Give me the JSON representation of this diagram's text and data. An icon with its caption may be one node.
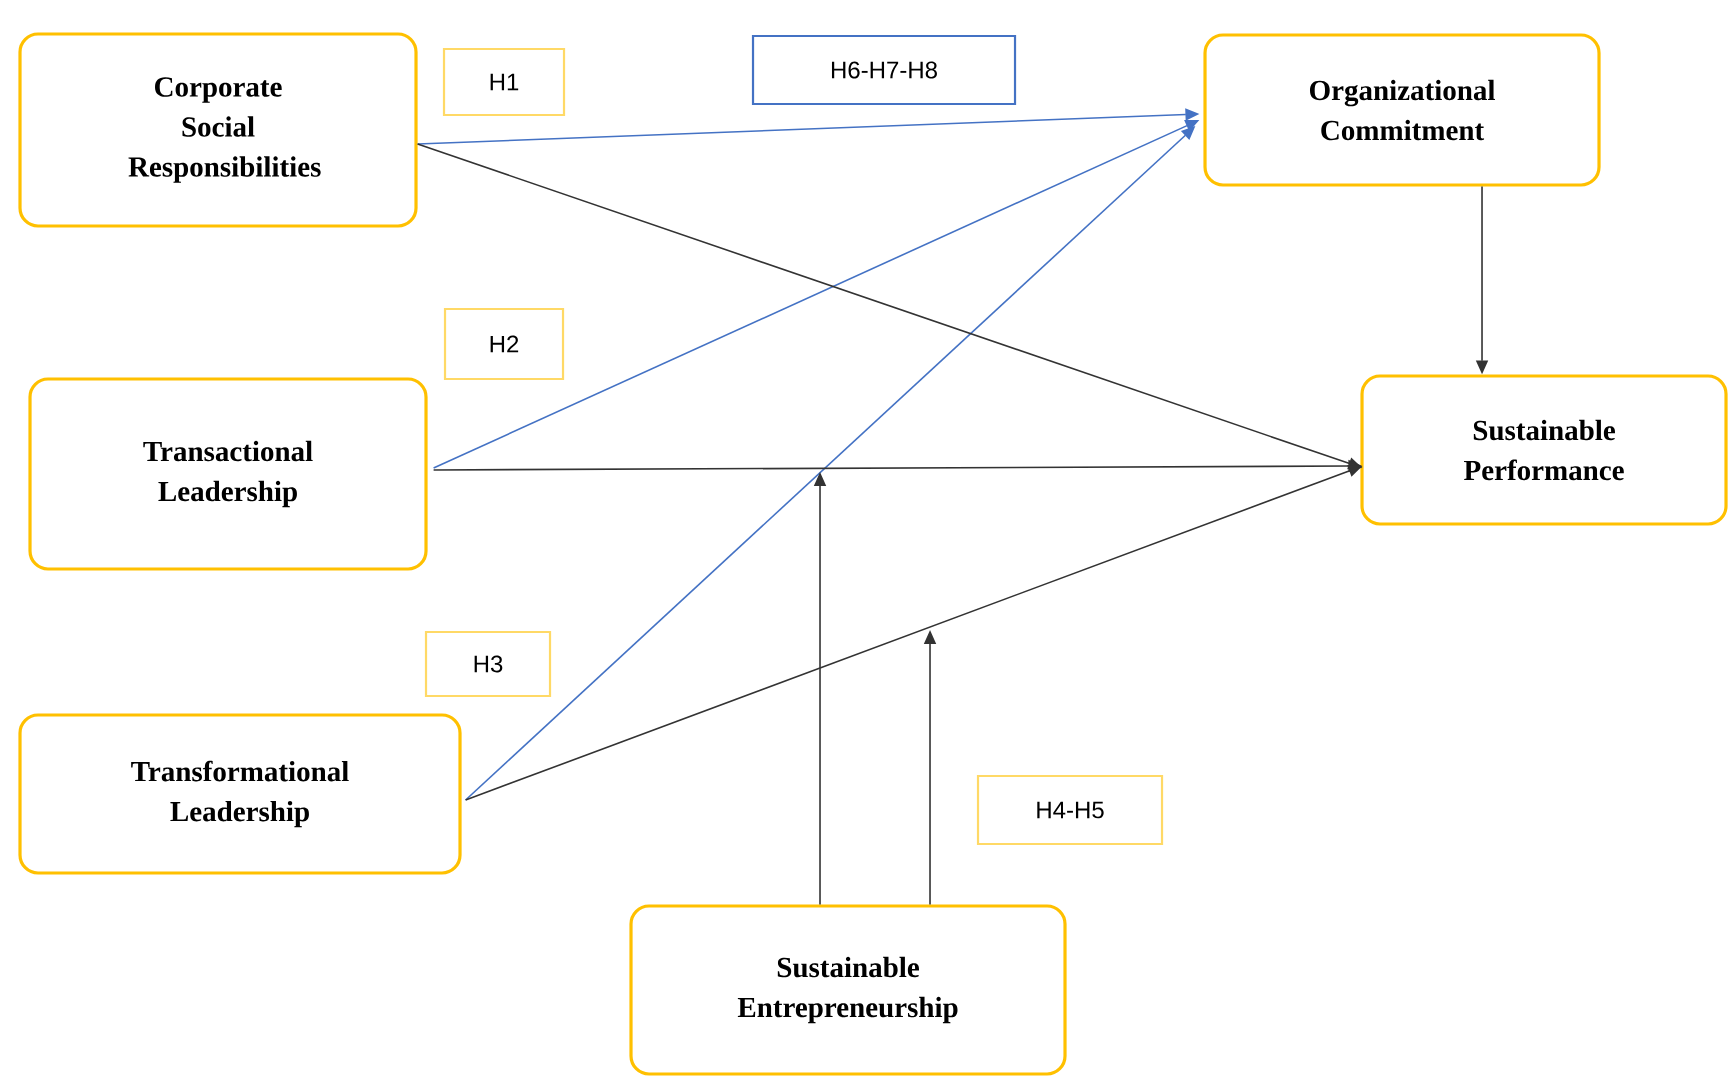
{
  "diagram": {
    "nodes": [
      {
        "text": [
          "Corporate Social Responsibilities"
        ]
      },
      {
        "text": [
          "Transactional Leadership"
        ]
      },
      {
        "text": [
          "Transformational Leadership"
        ]
      },
      {
        "text": [
          "Organizational Commitment"
        ]
      },
      {
        "text": [
          "Sustainable Performance"
        ]
      },
      {
        "text": [
          "Sustainable Entrepreneurship"
        ]
      },
      {
        "text": [
          "H1"
        ]
      },
      {
        "text": [
          "H6-H7-H8"
        ]
      },
      {
        "text": [
          "H2"
        ]
      },
      {
        "text": [
          "H3"
        ]
      },
      {
        "text": [
          "H4-H5"
        ]
      }
    ],
    "edges": [
      {
        "from": 0,
        "to": 3,
        "arrow": "to",
        "color": "#4472c4"
      },
      {
        "from": 1,
        "to": 3,
        "arrow": "to",
        "color": "#4472c4"
      },
      {
        "from": 2,
        "to": 3,
        "arrow": "to",
        "color": "#4472c4"
      },
      {
        "from": 0,
        "to": 4,
        "arrow": "to"
      },
      {
        "from": 1,
        "to": 4,
        "arrow": "to"
      },
      {
        "from": 2,
        "to": 4,
        "arrow": "to"
      },
      {
        "from": 3,
        "to": 4,
        "arrow": "to"
      },
      {
        "from": 5,
        "to": null,
        "arrow": "to"
      },
      {
        "from": 5,
        "to": null,
        "arrow": "to"
      }
    ]
  }
}
